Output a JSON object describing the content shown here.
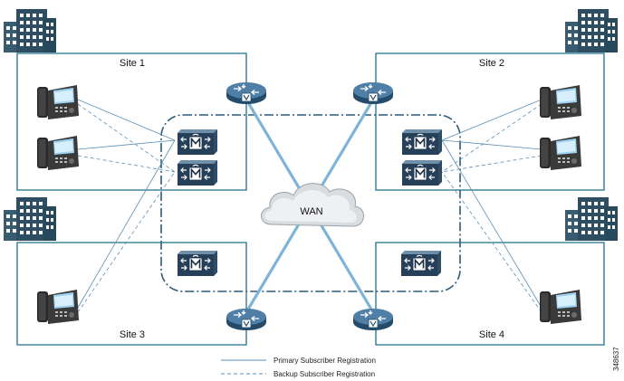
{
  "diagram": {
    "sites": [
      {
        "label": "Site 1"
      },
      {
        "label": "Site 2"
      },
      {
        "label": "Site 3"
      },
      {
        "label": "Site 4"
      }
    ],
    "wan": {
      "label": "WAN"
    },
    "legend": {
      "primary": "Primary Subscriber Registration",
      "backup": "Backup Subscriber Registration"
    },
    "figure_id": "348637",
    "icons": {
      "building": "building-icon",
      "phone": "ip-phone-icon",
      "router": "router-icon",
      "server": "call-manager-server-icon"
    },
    "colors": {
      "site_border": "#1f6f8b",
      "link": "#6aa6cf",
      "wan_ring": "#2b5a7a",
      "building": "#2e4f63",
      "router": "#2f5575"
    }
  }
}
